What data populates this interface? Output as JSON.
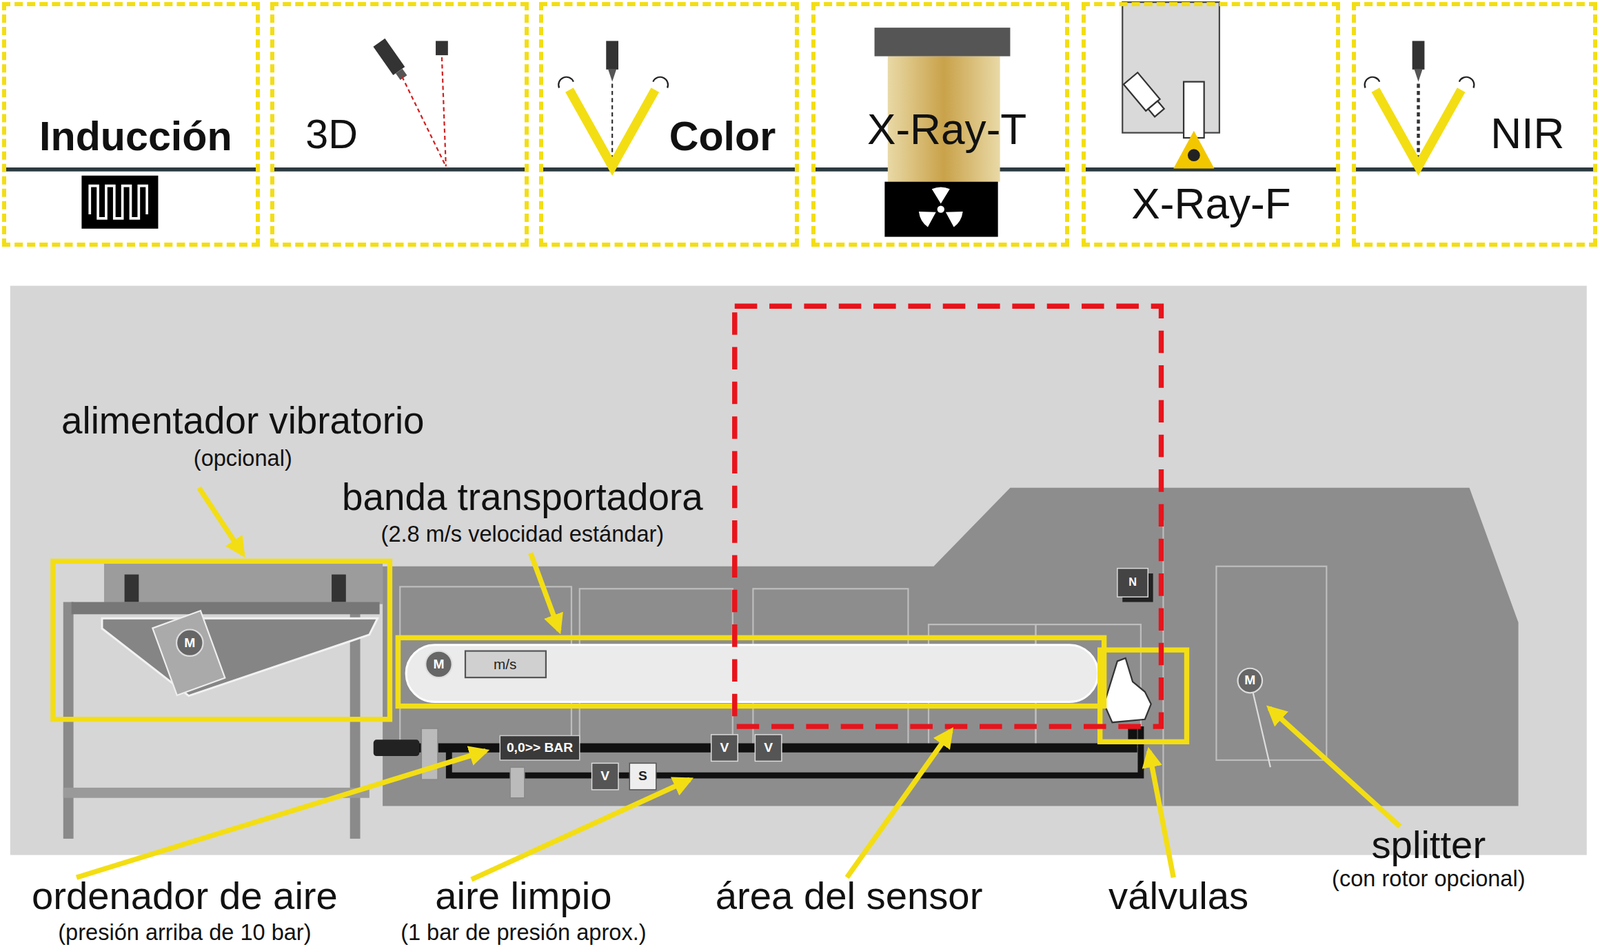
{
  "diagram": {
    "nodes": [
      {
        "text": [
          "Inducción"
        ]
      },
      {
        "text": [
          "3D"
        ]
      },
      {
        "text": [
          "Color"
        ]
      },
      {
        "text": [
          "X-Ray-T"
        ]
      },
      {
        "text": [
          "X-Ray-F"
        ]
      },
      {
        "text": [
          "NIR"
        ]
      }
    ],
    "edges": [],
    "labels": [
      "alimentador vibratorio",
      "(opcional)",
      "banda transportadora",
      "(2.8 m/s velocidad estándar)",
      "M",
      "M",
      "m/s",
      "N",
      "M",
      "0,0>> BAR",
      "V",
      "V",
      "V",
      "S",
      "ordenador de aire",
      "(presión arriba de 10 bar)",
      "aire limpio",
      "(1 bar de presión aprox.)",
      "área del sensor",
      "válvulas",
      "splitter",
      "(con rotor opcional)"
    ]
  }
}
